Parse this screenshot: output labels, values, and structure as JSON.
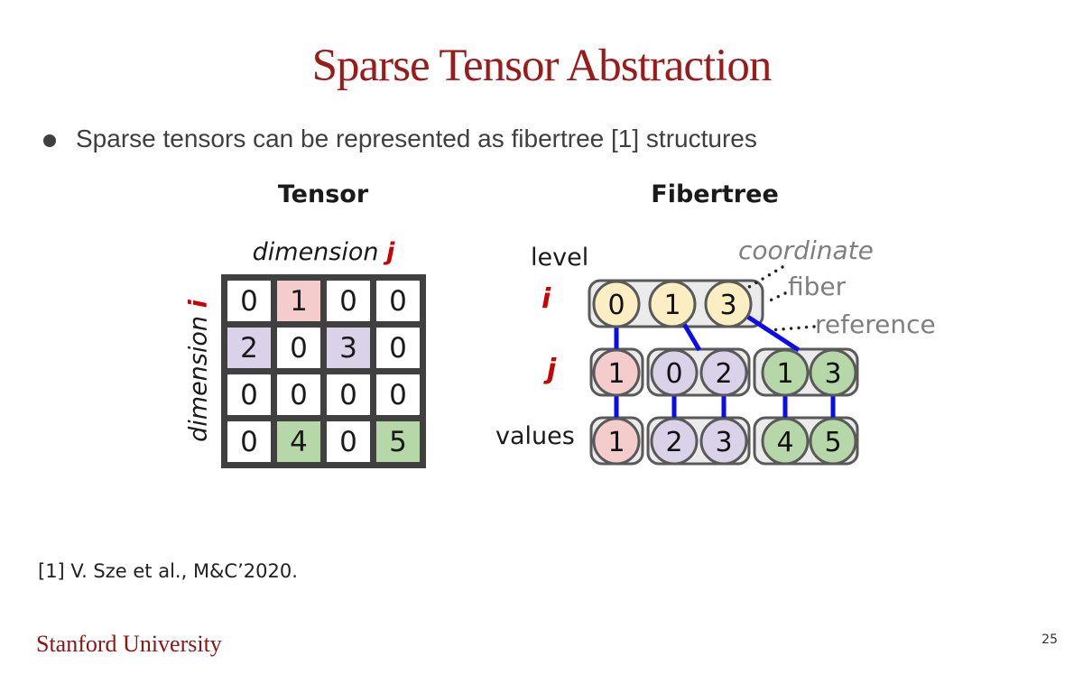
{
  "slide": {
    "title": "Sparse Tensor Abstraction",
    "bullet_text": "Sparse tensors can be represented as fibertree [1] structures",
    "footnote": "[1] V. Sze et al., M&C’2020.",
    "footer_brand": "Stanford University",
    "page_number": "25"
  },
  "tensor": {
    "heading": "Tensor",
    "dimension_word": "dimension",
    "dim_j_letter": "j",
    "dim_i_letter": "i",
    "grid": [
      [
        "0",
        "1",
        "0",
        "0"
      ],
      [
        "2",
        "0",
        "3",
        "0"
      ],
      [
        "0",
        "0",
        "0",
        "0"
      ],
      [
        "0",
        "4",
        "0",
        "5"
      ]
    ]
  },
  "fibertree": {
    "heading": "Fibertree",
    "level_label": "level",
    "values_label": "values",
    "level_i_letter": "i",
    "level_j_letter": "j",
    "coordinate_label": "coordinate",
    "fiber_label": "fiber",
    "reference_label": "reference",
    "level_i": [
      "0",
      "1",
      "3"
    ],
    "level_j_fibers": [
      [
        "1"
      ],
      [
        "0",
        "2"
      ],
      [
        "1",
        "3"
      ]
    ],
    "value_fibers": [
      [
        "1"
      ],
      [
        "2",
        "3"
      ],
      [
        "4",
        "5"
      ]
    ]
  },
  "colors": {
    "title_red": "#9B1B1B",
    "stanford_red": "#8C1515",
    "accent_red": "#CC0000",
    "gray_label": "#7F7F7F",
    "grid_line": "#404040",
    "fiber_fill": "#EBEBEB",
    "fiber_stroke": "#595959",
    "node_yellow": "#FBEEC3",
    "node_pink": "#F4CCCC",
    "node_purple": "#D9D2E9",
    "node_green": "#B6D7A8",
    "edge_blue": "#0B0BF0"
  }
}
